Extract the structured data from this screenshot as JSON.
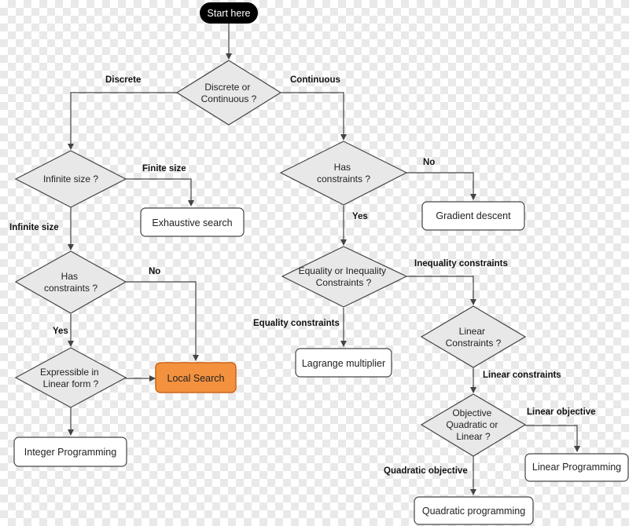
{
  "colors": {
    "diamond_fill": "#e8e8e8",
    "box_fill": "#ffffff",
    "stroke": "#444444",
    "start_fill": "#000000",
    "highlight_fill": "#f4913e",
    "highlight_stroke": "#c9651a"
  },
  "nodes": {
    "start": "Start here",
    "discrete_or_continuous": [
      "Discrete or",
      "Continuous ?"
    ],
    "infinite_size": [
      "Infinite size ?"
    ],
    "exhaustive_search": "Exhaustive search",
    "has_constraints_left": [
      "Has",
      "constraints ?"
    ],
    "expressible_linear": [
      "Expressible in",
      "Linear form ?"
    ],
    "local_search": "Local Search",
    "integer_programming": "Integer Programming",
    "has_constraints_right": [
      "Has",
      "constraints ?"
    ],
    "gradient_descent": "Gradient descent",
    "equality_or_inequality": [
      "Equality or Inequality",
      "Constraints ?"
    ],
    "lagrange_multiplier": "Lagrange multiplier",
    "linear_constraints_q": [
      "Linear",
      "Constraints ?"
    ],
    "objective_type": [
      "Objective",
      "Quadratic or",
      "Linear ?"
    ],
    "linear_programming": "Linear Programming",
    "quadratic_programming": "Quadratic programming"
  },
  "edge_labels": {
    "discrete": "Discrete",
    "continuous": "Continuous",
    "finite_size": "Finite size",
    "infinite_size": "Infinite size",
    "no_left": "No",
    "yes_left": "Yes",
    "no_right": "No",
    "yes_right": "Yes",
    "inequality_constraints": "Inequality constraints",
    "equality_constraints": "Equality constraints",
    "linear_constraints": "Linear constraints",
    "linear_objective": "Linear objective",
    "quadratic_objective": "Quadratic objective"
  }
}
